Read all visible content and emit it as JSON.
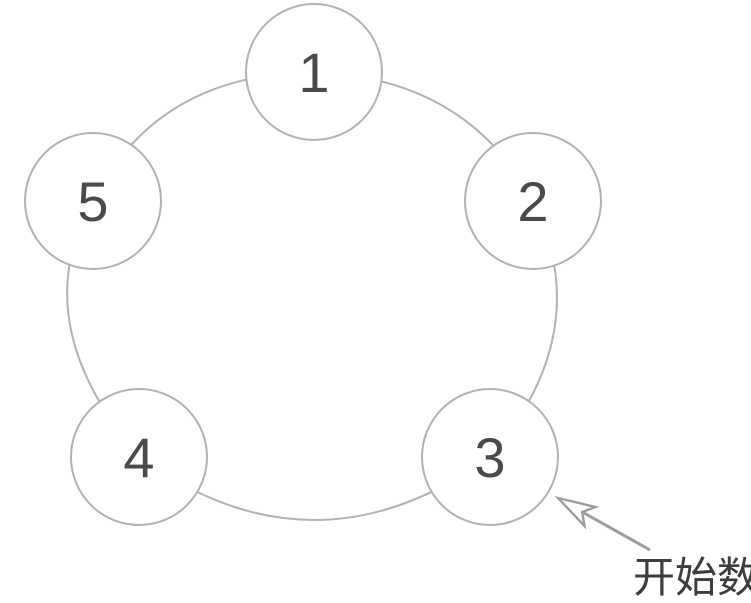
{
  "figure": {
    "type": "ring-diagram",
    "nodes": [
      {
        "label": "1"
      },
      {
        "label": "2"
      },
      {
        "label": "3"
      },
      {
        "label": "4"
      },
      {
        "label": "5"
      }
    ],
    "annotation": {
      "label": "开始数",
      "target_node_label": "3"
    },
    "colors": {
      "ring_stroke": "#b2b2b2",
      "node_fill": "#ffffff",
      "node_stroke": "#b2b2b2",
      "number_color": "#4a4a4a",
      "arrow_color": "#9c9c9c",
      "label_color": "#3d3d3d"
    }
  }
}
